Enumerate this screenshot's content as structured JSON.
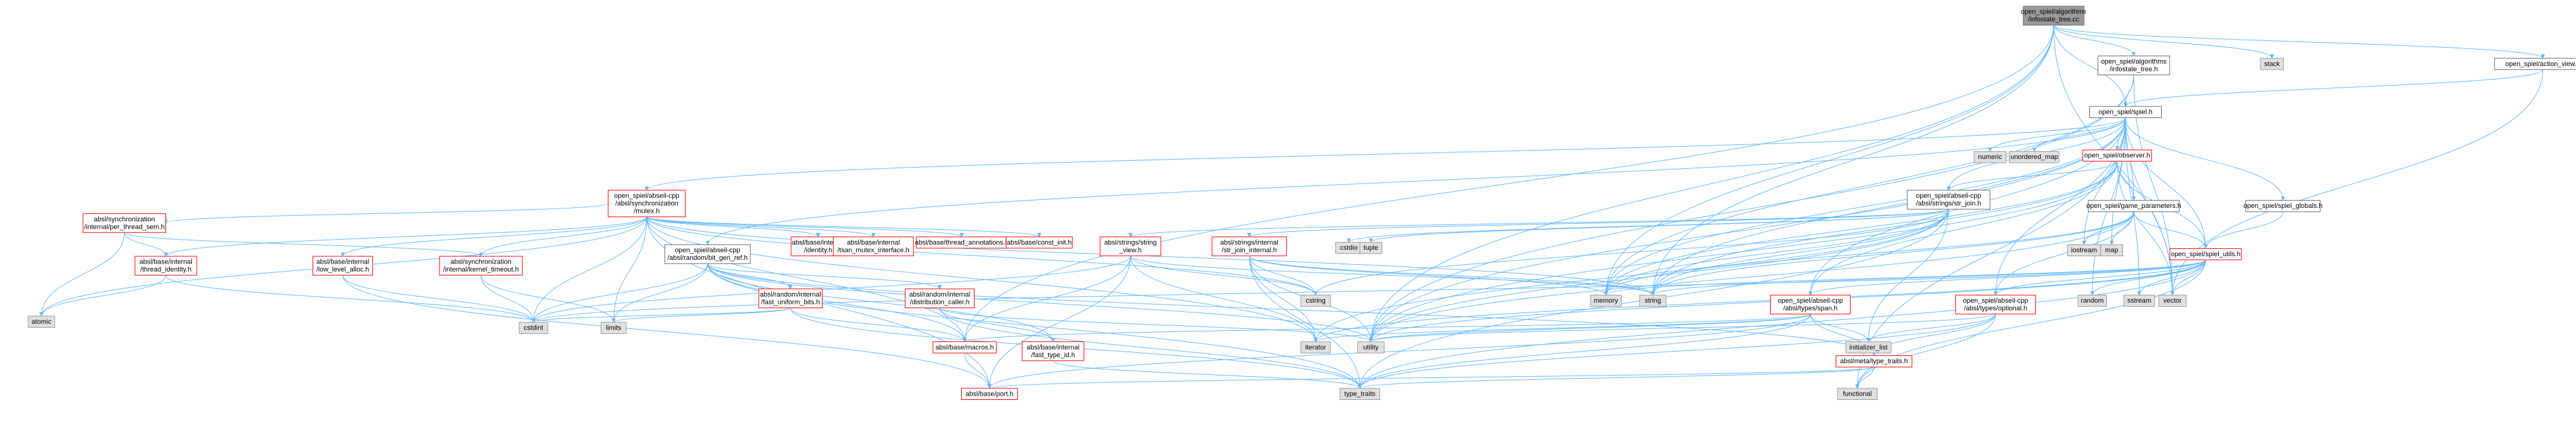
{
  "colors": {
    "edge": "#63b8ff",
    "node_border": "#666666",
    "node_fill": "#ffffff",
    "highlight_fill": "#999999",
    "highlight_border": "#666666",
    "red_border": "#ff0000",
    "stub_fill": "#e0e0e0",
    "stub_border": "#999999"
  },
  "nodes": [
    {
      "id": "root",
      "lines": [
        "open_spiel/algorithms",
        "/infostate_tree.cc"
      ],
      "kind": "highlight"
    },
    {
      "id": "infostate_h",
      "lines": [
        "open_spiel/algorithms",
        "/infostate_tree.h"
      ],
      "kind": "normal"
    },
    {
      "id": "action_view",
      "lines": [
        "open_spiel/action_view.h"
      ],
      "kind": "normal"
    },
    {
      "id": "stack",
      "lines": [
        "stack"
      ],
      "kind": "stub"
    },
    {
      "id": "spiel_h",
      "lines": [
        "open_spiel/spiel.h"
      ],
      "kind": "normal"
    },
    {
      "id": "numeric",
      "lines": [
        "numeric"
      ],
      "kind": "stub"
    },
    {
      "id": "unordered_map",
      "lines": [
        "unordered_map"
      ],
      "kind": "stub"
    },
    {
      "id": "observer",
      "lines": [
        "open_spiel/observer.h"
      ],
      "kind": "red"
    },
    {
      "id": "mutex",
      "lines": [
        "open_spiel/abseil-cpp",
        "/absl/synchronization",
        "/mutex.h"
      ],
      "kind": "red"
    },
    {
      "id": "str_join",
      "lines": [
        "open_spiel/abseil-cpp",
        "/absl/strings/str_join.h"
      ],
      "kind": "normal"
    },
    {
      "id": "game_params",
      "lines": [
        "open_spiel/game_parameters.h"
      ],
      "kind": "normal"
    },
    {
      "id": "spiel_globals",
      "lines": [
        "open_spiel/spiel_globals.h"
      ],
      "kind": "normal"
    },
    {
      "id": "per_thread_sem",
      "lines": [
        "absl/synchronization",
        "/internal/per_thread_sem.h"
      ],
      "kind": "red"
    },
    {
      "id": "bit_gen_ref",
      "lines": [
        "open_spiel/abseil-cpp",
        "/absl/random/bit_gen_ref.h"
      ],
      "kind": "normal"
    },
    {
      "id": "identity",
      "lines": [
        "absl/base/internal",
        "/identity.h"
      ],
      "kind": "red"
    },
    {
      "id": "tsan_mutex",
      "lines": [
        "absl/base/internal",
        "/tsan_mutex_interface.h"
      ],
      "kind": "red"
    },
    {
      "id": "thread_annotations",
      "lines": [
        "absl/base/thread_annotations.h"
      ],
      "kind": "red"
    },
    {
      "id": "const_init",
      "lines": [
        "absl/base/const_init.h"
      ],
      "kind": "red"
    },
    {
      "id": "string_view",
      "lines": [
        "absl/strings/string",
        "_view.h"
      ],
      "kind": "red"
    },
    {
      "id": "str_join_internal",
      "lines": [
        "absl/strings/internal",
        "/str_join_internal.h"
      ],
      "kind": "red"
    },
    {
      "id": "cstdio",
      "lines": [
        "cstdio"
      ],
      "kind": "stub"
    },
    {
      "id": "tuple",
      "lines": [
        "tuple"
      ],
      "kind": "stub"
    },
    {
      "id": "iostream",
      "lines": [
        "iostream"
      ],
      "kind": "stub"
    },
    {
      "id": "map",
      "lines": [
        "map"
      ],
      "kind": "stub"
    },
    {
      "id": "spiel_utils",
      "lines": [
        "open_spiel/spiel_utils.h"
      ],
      "kind": "red"
    },
    {
      "id": "thread_identity",
      "lines": [
        "absl/base/internal",
        "/thread_identity.h"
      ],
      "kind": "red"
    },
    {
      "id": "low_level_alloc",
      "lines": [
        "absl/base/internal",
        "/low_level_alloc.h"
      ],
      "kind": "red"
    },
    {
      "id": "kernel_timeout",
      "lines": [
        "absl/synchronization",
        "/internal/kernel_timeout.h"
      ],
      "kind": "red"
    },
    {
      "id": "fast_uniform_bits",
      "lines": [
        "absl/random/internal",
        "/fast_uniform_bits.h"
      ],
      "kind": "red"
    },
    {
      "id": "distribution_caller",
      "lines": [
        "absl/random/internal",
        "/distribution_caller.h"
      ],
      "kind": "red"
    },
    {
      "id": "cstring",
      "lines": [
        "cstring"
      ],
      "kind": "stub"
    },
    {
      "id": "memory",
      "lines": [
        "memory"
      ],
      "kind": "stub"
    },
    {
      "id": "string",
      "lines": [
        "string"
      ],
      "kind": "stub"
    },
    {
      "id": "span",
      "lines": [
        "open_spiel/abseil-cpp",
        "/absl/types/span.h"
      ],
      "kind": "red"
    },
    {
      "id": "optional",
      "lines": [
        "open_spiel/abseil-cpp",
        "/absl/types/optional.h"
      ],
      "kind": "red"
    },
    {
      "id": "random",
      "lines": [
        "random"
      ],
      "kind": "stub"
    },
    {
      "id": "sstream",
      "lines": [
        "sstream"
      ],
      "kind": "stub"
    },
    {
      "id": "vector",
      "lines": [
        "vector"
      ],
      "kind": "stub"
    },
    {
      "id": "atomic",
      "lines": [
        "atomic"
      ],
      "kind": "stub"
    },
    {
      "id": "cstdint",
      "lines": [
        "cstdint"
      ],
      "kind": "stub"
    },
    {
      "id": "limits",
      "lines": [
        "limits"
      ],
      "kind": "stub"
    },
    {
      "id": "macros",
      "lines": [
        "absl/base/macros.h"
      ],
      "kind": "red"
    },
    {
      "id": "fast_type_id",
      "lines": [
        "absl/base/internal",
        "/fast_type_id.h"
      ],
      "kind": "red"
    },
    {
      "id": "iterator",
      "lines": [
        "iterator"
      ],
      "kind": "stub"
    },
    {
      "id": "utility",
      "lines": [
        "utility"
      ],
      "kind": "stub"
    },
    {
      "id": "initializer_list",
      "lines": [
        "initializer_list"
      ],
      "kind": "stub"
    },
    {
      "id": "type_traits_h",
      "lines": [
        "absl/meta/type_traits.h"
      ],
      "kind": "red"
    },
    {
      "id": "port",
      "lines": [
        "absl/base/port.h"
      ],
      "kind": "red"
    },
    {
      "id": "type_traits",
      "lines": [
        "type_traits"
      ],
      "kind": "stub"
    },
    {
      "id": "functional",
      "lines": [
        "functional"
      ],
      "kind": "stub"
    }
  ],
  "edges": [
    [
      "root",
      "infostate_h"
    ],
    [
      "root",
      "action_view"
    ],
    [
      "root",
      "stack"
    ],
    [
      "root",
      "vector"
    ],
    [
      "root",
      "string"
    ],
    [
      "root",
      "memory"
    ],
    [
      "root",
      "utility"
    ],
    [
      "root",
      "macros"
    ],
    [
      "root",
      "spiel_h"
    ],
    [
      "infostate_h",
      "spiel_h"
    ],
    [
      "infostate_h",
      "memory"
    ],
    [
      "infostate_h",
      "vector"
    ],
    [
      "infostate_h",
      "utility"
    ],
    [
      "action_view",
      "spiel_h"
    ],
    [
      "action_view",
      "vector"
    ],
    [
      "spiel_h",
      "numeric"
    ],
    [
      "spiel_h",
      "unordered_map"
    ],
    [
      "spiel_h",
      "observer"
    ],
    [
      "spiel_h",
      "mutex"
    ],
    [
      "spiel_h",
      "str_join"
    ],
    [
      "spiel_h",
      "game_params"
    ],
    [
      "spiel_h",
      "spiel_globals"
    ],
    [
      "spiel_h",
      "spiel_utils"
    ],
    [
      "spiel_h",
      "iostream"
    ],
    [
      "spiel_h",
      "map"
    ],
    [
      "spiel_h",
      "random"
    ],
    [
      "spiel_h",
      "sstream"
    ],
    [
      "spiel_h",
      "vector"
    ],
    [
      "spiel_h",
      "functional"
    ],
    [
      "spiel_h",
      "memory"
    ],
    [
      "spiel_h",
      "string"
    ],
    [
      "spiel_h",
      "span"
    ],
    [
      "spiel_h",
      "optional"
    ],
    [
      "spiel_h",
      "bit_gen_ref"
    ],
    [
      "spiel_h",
      "utility"
    ],
    [
      "observer",
      "str_join"
    ],
    [
      "observer",
      "game_params"
    ],
    [
      "observer",
      "spiel_utils"
    ],
    [
      "observer",
      "span"
    ],
    [
      "observer",
      "vector"
    ],
    [
      "observer",
      "string"
    ],
    [
      "observer",
      "memory"
    ],
    [
      "observer",
      "utility"
    ],
    [
      "mutex",
      "per_thread_sem"
    ],
    [
      "mutex",
      "identity"
    ],
    [
      "mutex",
      "tsan_mutex"
    ],
    [
      "mutex",
      "thread_annotations"
    ],
    [
      "mutex",
      "const_init"
    ],
    [
      "mutex",
      "thread_identity"
    ],
    [
      "mutex",
      "low_level_alloc"
    ],
    [
      "mutex",
      "kernel_timeout"
    ],
    [
      "mutex",
      "atomic"
    ],
    [
      "mutex",
      "cstdint"
    ],
    [
      "mutex",
      "cstring"
    ],
    [
      "mutex",
      "iterator"
    ],
    [
      "mutex",
      "string"
    ],
    [
      "mutex",
      "port"
    ],
    [
      "mutex",
      "macros"
    ],
    [
      "mutex",
      "limits"
    ],
    [
      "per_thread_sem",
      "thread_identity"
    ],
    [
      "per_thread_sem",
      "kernel_timeout"
    ],
    [
      "per_thread_sem",
      "atomic"
    ],
    [
      "thread_identity",
      "atomic"
    ],
    [
      "thread_identity",
      "cstdint"
    ],
    [
      "low_level_alloc",
      "cstdint"
    ],
    [
      "low_level_alloc",
      "port"
    ],
    [
      "kernel_timeout",
      "cstdint"
    ],
    [
      "kernel_timeout",
      "limits"
    ],
    [
      "bit_gen_ref",
      "fast_uniform_bits"
    ],
    [
      "bit_gen_ref",
      "distribution_caller"
    ],
    [
      "bit_gen_ref",
      "macros"
    ],
    [
      "bit_gen_ref",
      "fast_type_id"
    ],
    [
      "bit_gen_ref",
      "type_traits_h"
    ],
    [
      "bit_gen_ref",
      "limits"
    ],
    [
      "bit_gen_ref",
      "type_traits"
    ],
    [
      "bit_gen_ref",
      "utility"
    ],
    [
      "bit_gen_ref",
      "cstdint"
    ],
    [
      "fast_uniform_bits",
      "cstdint"
    ],
    [
      "fast_uniform_bits",
      "limits"
    ],
    [
      "fast_uniform_bits",
      "type_traits"
    ],
    [
      "fast_uniform_bits",
      "macros"
    ],
    [
      "distribution_caller",
      "fast_type_id"
    ],
    [
      "distribution_caller",
      "utility"
    ],
    [
      "distribution_caller",
      "type_traits"
    ],
    [
      "str_join",
      "string_view"
    ],
    [
      "str_join",
      "str_join_internal"
    ],
    [
      "str_join",
      "cstdio"
    ],
    [
      "str_join",
      "tuple"
    ],
    [
      "str_join",
      "initializer_list"
    ],
    [
      "str_join",
      "iterator"
    ],
    [
      "str_join",
      "cstring"
    ],
    [
      "str_join",
      "memory"
    ],
    [
      "str_join",
      "string"
    ],
    [
      "str_join",
      "type_traits"
    ],
    [
      "str_join",
      "utility"
    ],
    [
      "string_view",
      "cstring"
    ],
    [
      "string_view",
      "iterator"
    ],
    [
      "string_view",
      "string"
    ],
    [
      "string_view",
      "macros"
    ],
    [
      "string_view",
      "port"
    ],
    [
      "string_view",
      "cstdint"
    ],
    [
      "str_join_internal",
      "cstring"
    ],
    [
      "str_join_internal",
      "iterator"
    ],
    [
      "str_join_internal",
      "memory"
    ],
    [
      "str_join_internal",
      "string"
    ],
    [
      "str_join_internal",
      "type_traits"
    ],
    [
      "str_join_internal",
      "utility"
    ],
    [
      "game_params",
      "map"
    ],
    [
      "game_params",
      "spiel_utils"
    ],
    [
      "game_params",
      "string"
    ],
    [
      "game_params",
      "optional"
    ],
    [
      "game_params",
      "iostream"
    ],
    [
      "game_params",
      "memory"
    ],
    [
      "game_params",
      "utility"
    ],
    [
      "spiel_globals",
      "spiel_utils"
    ],
    [
      "spiel_utils",
      "span"
    ],
    [
      "spiel_utils",
      "optional"
    ],
    [
      "spiel_utils",
      "random"
    ],
    [
      "spiel_utils",
      "sstream"
    ],
    [
      "spiel_utils",
      "vector"
    ],
    [
      "spiel_utils",
      "functional"
    ],
    [
      "spiel_utils",
      "memory"
    ],
    [
      "spiel_utils",
      "string"
    ],
    [
      "spiel_utils",
      "type_traits"
    ],
    [
      "spiel_utils",
      "iterator"
    ],
    [
      "spiel_utils",
      "utility"
    ],
    [
      "spiel_utils",
      "cstdint"
    ],
    [
      "span",
      "macros"
    ],
    [
      "span",
      "type_traits_h"
    ],
    [
      "span",
      "initializer_list"
    ],
    [
      "span",
      "iterator"
    ],
    [
      "span",
      "type_traits"
    ],
    [
      "span",
      "utility"
    ],
    [
      "span",
      "port"
    ],
    [
      "optional",
      "type_traits_h"
    ],
    [
      "optional",
      "initializer_list"
    ],
    [
      "optional",
      "type_traits"
    ],
    [
      "optional",
      "utility"
    ],
    [
      "optional",
      "functional"
    ],
    [
      "type_traits_h",
      "type_traits"
    ],
    [
      "type_traits_h",
      "functional"
    ],
    [
      "type_traits_h",
      "port"
    ],
    [
      "macros",
      "port"
    ],
    [
      "fast_type_id",
      "type_traits"
    ]
  ]
}
